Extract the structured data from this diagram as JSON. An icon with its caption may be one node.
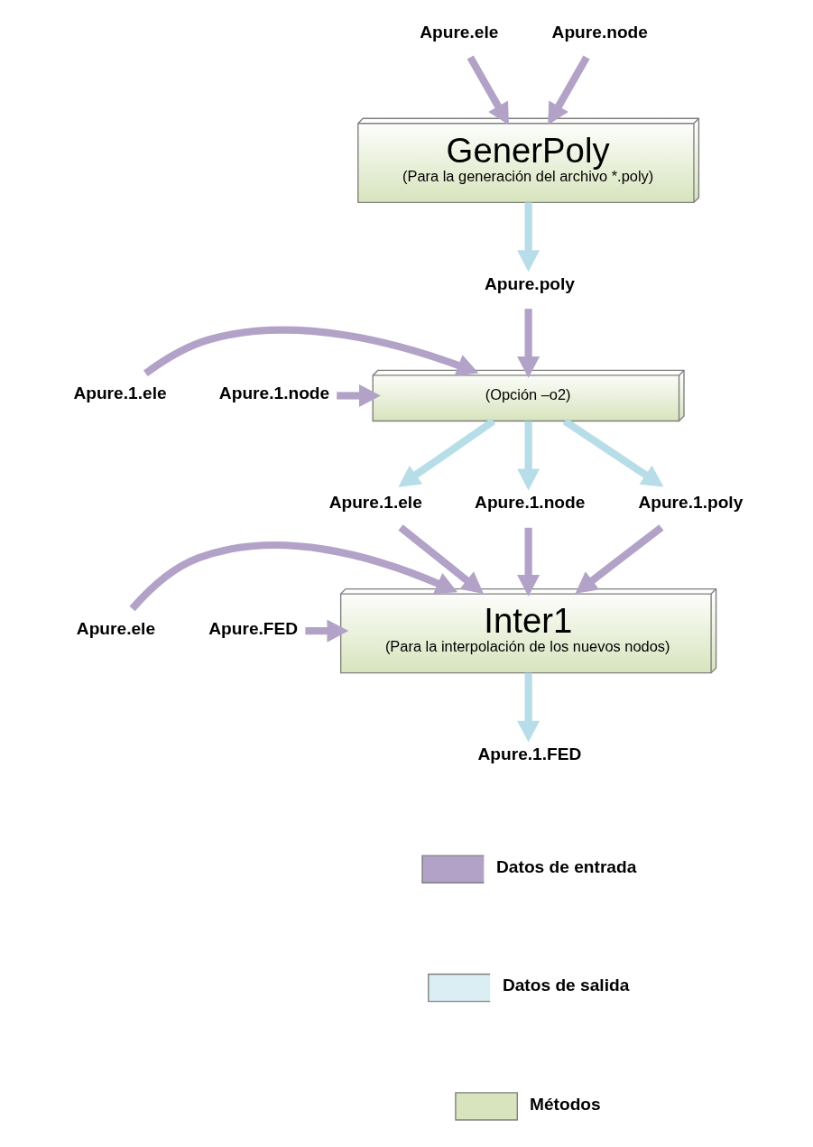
{
  "diagram": {
    "nodes": [
      {
        "text": [
          "Apure.ele"
        ]
      },
      {
        "text": [
          "Apure.node"
        ]
      },
      {
        "text": [
          "GenerPoly",
          "(Para la generación del archivo *.poly)"
        ]
      },
      {
        "text": [
          "Apure.poly"
        ]
      },
      {
        "text": [
          "Apure.1.ele"
        ]
      },
      {
        "text": [
          "Apure.1.node"
        ]
      },
      {
        "text": [
          "(Opción –o2)"
        ]
      },
      {
        "text": [
          "Apure.1.ele"
        ]
      },
      {
        "text": [
          "Apure.1.node"
        ]
      },
      {
        "text": [
          "Apure.1.poly"
        ]
      },
      {
        "text": [
          "Apure.ele"
        ]
      },
      {
        "text": [
          "Apure.FED"
        ]
      },
      {
        "text": [
          "Inter1",
          "(Para la interpolación de los nuevos nodos)"
        ]
      },
      {
        "text": [
          "Apure.1.FED"
        ]
      }
    ],
    "edges": [
      {
        "from": 0,
        "to": 2,
        "arrow": "to",
        "color": "#b3a2c7"
      },
      {
        "from": 1,
        "to": 2,
        "arrow": "to",
        "color": "#b3a2c7"
      },
      {
        "from": 2,
        "to": 3,
        "arrow": "to",
        "color": "#b7dde8"
      },
      {
        "from": 3,
        "to": 6,
        "arrow": "to",
        "color": "#b3a2c7"
      },
      {
        "from": 4,
        "to": 6,
        "arrow": "to",
        "color": "#b3a2c7"
      },
      {
        "from": 5,
        "to": 6,
        "arrow": "to",
        "color": "#b3a2c7"
      },
      {
        "from": 6,
        "to": 7,
        "arrow": "to",
        "color": "#b7dde8"
      },
      {
        "from": 6,
        "to": 8,
        "arrow": "to",
        "color": "#b7dde8"
      },
      {
        "from": 6,
        "to": 9,
        "arrow": "to",
        "color": "#b7dde8"
      },
      {
        "from": 7,
        "to": 12,
        "arrow": "to",
        "color": "#b3a2c7"
      },
      {
        "from": 8,
        "to": 12,
        "arrow": "to",
        "color": "#b3a2c7"
      },
      {
        "from": 9,
        "to": 12,
        "arrow": "to",
        "color": "#b3a2c7"
      },
      {
        "from": 10,
        "to": 12,
        "arrow": "to",
        "color": "#b3a2c7"
      },
      {
        "from": 11,
        "to": 12,
        "arrow": "to",
        "color": "#b3a2c7"
      },
      {
        "from": 12,
        "to": 13,
        "arrow": "to",
        "color": "#b7dde8"
      }
    ],
    "legend": [
      {
        "text": "Datos de entrada"
      },
      {
        "text": "Datos de salida"
      },
      {
        "text": "Métodos"
      }
    ]
  }
}
